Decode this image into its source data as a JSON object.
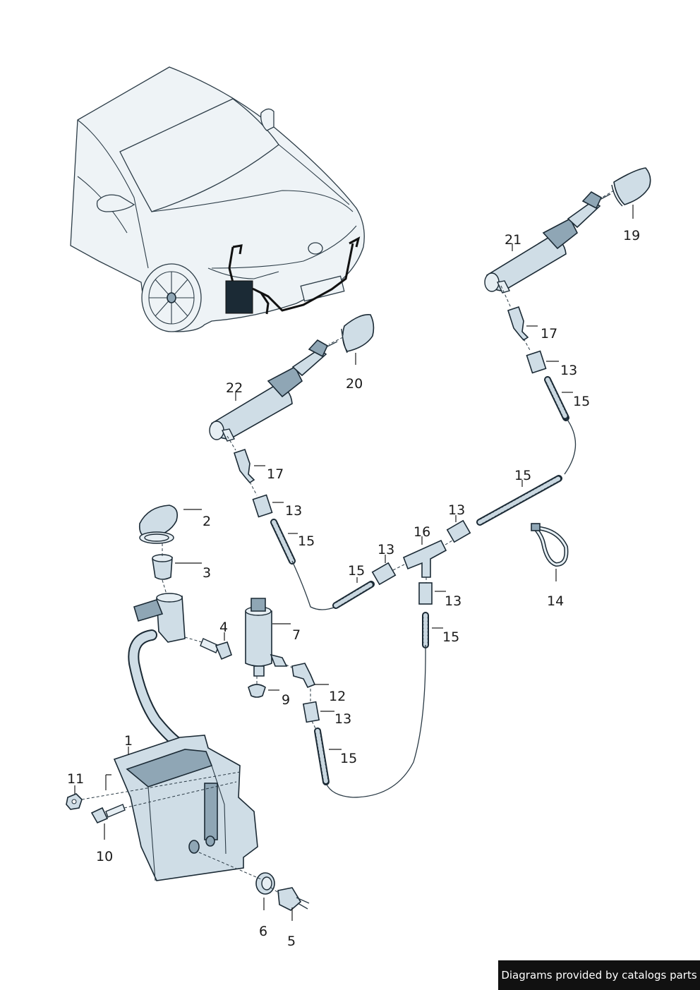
{
  "labels": {
    "p1": "1",
    "p2": "2",
    "p3": "3",
    "p4": "4",
    "p5": "5",
    "p6": "6",
    "p7": "7",
    "p9": "9",
    "p10": "10",
    "p11": "11",
    "p12": "12",
    "p13a": "13",
    "p13b": "13",
    "p13c": "13",
    "p13d": "13",
    "p13e": "13",
    "p13f": "13",
    "p14": "14",
    "p15a": "15",
    "p15b": "15",
    "p15c": "15",
    "p15d": "15",
    "p15e": "15",
    "p15f": "15",
    "p16": "16",
    "p17a": "17",
    "p17b": "17",
    "p19": "19",
    "p20": "20",
    "p21": "21",
    "p22": "22"
  },
  "footer": {
    "text": "Diagrams provided by catalogs parts"
  },
  "colors": {
    "part_fill": "#cfdde6",
    "outline": "#1b2a35",
    "footer_bg": "#111111"
  }
}
